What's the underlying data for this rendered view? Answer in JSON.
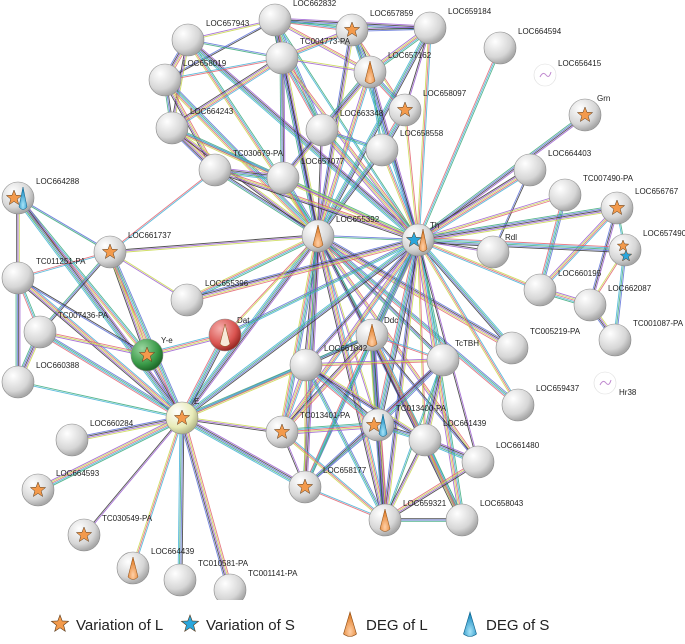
{
  "colors": {
    "node_default": "#d6d6d6",
    "node_green": "#3a9a48",
    "node_red": "#d9534f",
    "node_yellow": "#e8ebb8",
    "star_L": "#f39a4c",
    "star_S": "#2aa6dc",
    "deg_L": "#f39a4c",
    "deg_S": "#1ea2d8",
    "edge_colors": [
      "#c8d84a",
      "#3aa97a",
      "#9a5bd0",
      "#3fb0d6",
      "#333333",
      "#e2626e",
      "#5a6fd8"
    ]
  },
  "nodes": [
    {
      "id": "LOC662832",
      "label": "LOC662832"
    },
    {
      "id": "LOC657859",
      "label": "LOC657859",
      "marks": [
        "var_L"
      ]
    },
    {
      "id": "LOC659184",
      "label": "LOC659184"
    },
    {
      "id": "LOC657943",
      "label": "LOC657943"
    },
    {
      "id": "LOC664594",
      "label": "LOC664594"
    },
    {
      "id": "LOC656415",
      "label": "LOC656415",
      "small": true
    },
    {
      "id": "LOC658019",
      "label": "LOC658019"
    },
    {
      "id": "TC004773-PA",
      "label": "TC004773-PA"
    },
    {
      "id": "LOC657162",
      "label": "LOC657162",
      "marks": [
        "deg_L"
      ]
    },
    {
      "id": "LOC658097",
      "label": "LOC658097",
      "marks": [
        "var_L"
      ]
    },
    {
      "id": "Grn",
      "label": "Grn",
      "marks": [
        "var_L"
      ]
    },
    {
      "id": "LOC664243",
      "label": "LOC664243"
    },
    {
      "id": "LOC663348",
      "label": "LOC663348"
    },
    {
      "id": "LOC658558",
      "label": "LOC658558"
    },
    {
      "id": "TC030679-PA",
      "label": "TC030679-PA"
    },
    {
      "id": "LOC657077",
      "label": "LOC657077"
    },
    {
      "id": "LOC664403",
      "label": "LOC664403"
    },
    {
      "id": "TC007490-PA",
      "label": "TC007490-PA"
    },
    {
      "id": "LOC664288",
      "label": "LOC664288",
      "marks": [
        "var_L",
        "deg_S"
      ]
    },
    {
      "id": "LOC656767",
      "label": "LOC656767",
      "marks": [
        "var_L"
      ]
    },
    {
      "id": "LOC655392",
      "label": "LOC655392",
      "marks": [
        "deg_L"
      ]
    },
    {
      "id": "Th",
      "label": "Th",
      "marks": [
        "var_S",
        "deg_L"
      ]
    },
    {
      "id": "LOC657490",
      "label": "LOC657490",
      "marks": [
        "var_L",
        "var_S"
      ]
    },
    {
      "id": "LOC661737",
      "label": "LOC661737",
      "marks": [
        "var_L"
      ]
    },
    {
      "id": "Rdl",
      "label": "Rdl"
    },
    {
      "id": "TC011251-PA",
      "label": "TC011251-PA"
    },
    {
      "id": "LOC660195",
      "label": "LOC660195"
    },
    {
      "id": "LOC662087",
      "label": "LOC662087"
    },
    {
      "id": "LOC655396",
      "label": "LOC655396"
    },
    {
      "id": "TC007436-PA",
      "label": "TC007436-PA"
    },
    {
      "id": "TC005219-PA",
      "label": "TC005219-PA"
    },
    {
      "id": "TC001087-PA",
      "label": "TC001087-PA"
    },
    {
      "id": "Dat",
      "label": "Dat",
      "color": "red",
      "marks": [
        "deg_L_white"
      ]
    },
    {
      "id": "Y-e",
      "label": "Y-e",
      "color": "green",
      "marks": [
        "var_L"
      ]
    },
    {
      "id": "Ddc",
      "label": "Ddc",
      "marks": [
        "deg_L"
      ]
    },
    {
      "id": "TcTBH",
      "label": "TcTBH"
    },
    {
      "id": "LOC661842",
      "label": "LOC661842"
    },
    {
      "id": "LOC660388",
      "label": "LOC660388"
    },
    {
      "id": "Hr38",
      "label": "Hr38",
      "small": true
    },
    {
      "id": "LOC659437",
      "label": "LOC659437"
    },
    {
      "id": "E",
      "label": "E",
      "color": "yellow",
      "marks": [
        "var_L"
      ]
    },
    {
      "id": "TC013401-PA",
      "label": "TC013401-PA",
      "marks": [
        "var_L"
      ]
    },
    {
      "id": "TC013400-PA",
      "label": "TC013400-PA",
      "marks": [
        "var_L",
        "deg_S"
      ]
    },
    {
      "id": "LOC661439",
      "label": "LOC661439"
    },
    {
      "id": "LOC660284",
      "label": "LOC660284"
    },
    {
      "id": "LOC661480",
      "label": "LOC661480"
    },
    {
      "id": "LOC658177",
      "label": "LOC658177",
      "marks": [
        "var_L"
      ]
    },
    {
      "id": "LOC664593",
      "label": "LOC664593",
      "marks": [
        "var_L"
      ]
    },
    {
      "id": "LOC659321",
      "label": "LOC659321",
      "marks": [
        "deg_L"
      ]
    },
    {
      "id": "LOC658043",
      "label": "LOC658043"
    },
    {
      "id": "TC030549-PA",
      "label": "TC030549-PA",
      "marks": [
        "var_L"
      ]
    },
    {
      "id": "LOC664439",
      "label": "LOC664439",
      "marks": [
        "deg_L"
      ]
    },
    {
      "id": "TC010581-PA",
      "label": "TC010581-PA"
    },
    {
      "id": "TC001141-PA",
      "label": "TC001141-PA"
    }
  ],
  "edges": [
    [
      "LOC662832",
      "LOC657943"
    ],
    [
      "LOC662832",
      "LOC657859"
    ],
    [
      "LOC662832",
      "LOC659184"
    ],
    [
      "LOC662832",
      "TC004773-PA"
    ],
    [
      "LOC662832",
      "LOC658019"
    ],
    [
      "LOC662832",
      "LOC657162"
    ],
    [
      "LOC662832",
      "LOC663348"
    ],
    [
      "LOC662832",
      "LOC655392"
    ],
    [
      "LOC662832",
      "Th"
    ],
    [
      "LOC657859",
      "LOC659184"
    ],
    [
      "LOC657859",
      "TC004773-PA"
    ],
    [
      "LOC657859",
      "LOC657162"
    ],
    [
      "LOC657859",
      "LOC658097"
    ],
    [
      "LOC657859",
      "Th"
    ],
    [
      "LOC657859",
      "LOC655392"
    ],
    [
      "LOC659184",
      "LOC657162"
    ],
    [
      "LOC659184",
      "LOC658097"
    ],
    [
      "LOC659184",
      "Th"
    ],
    [
      "LOC659184",
      "LOC655392"
    ],
    [
      "LOC657943",
      "LOC658019"
    ],
    [
      "LOC657943",
      "TC004773-PA"
    ],
    [
      "LOC657943",
      "LOC664243"
    ],
    [
      "LOC657943",
      "LOC655392"
    ],
    [
      "LOC657943",
      "Th"
    ],
    [
      "LOC658019",
      "TC004773-PA"
    ],
    [
      "LOC658019",
      "LOC664243"
    ],
    [
      "LOC658019",
      "TC030679-PA"
    ],
    [
      "LOC658019",
      "LOC655392"
    ],
    [
      "TC004773-PA",
      "LOC657162"
    ],
    [
      "TC004773-PA",
      "LOC663348"
    ],
    [
      "TC004773-PA",
      "LOC657077"
    ],
    [
      "TC004773-PA",
      "LOC664243"
    ],
    [
      "TC004773-PA",
      "LOC655392"
    ],
    [
      "TC004773-PA",
      "Th"
    ],
    [
      "LOC657162",
      "LOC658097"
    ],
    [
      "LOC657162",
      "LOC663348"
    ],
    [
      "LOC657162",
      "LOC658558"
    ],
    [
      "LOC657162",
      "Th"
    ],
    [
      "LOC657162",
      "LOC655392"
    ],
    [
      "LOC658097",
      "LOC658558"
    ],
    [
      "LOC658097",
      "Th"
    ],
    [
      "LOC663348",
      "LOC658558"
    ],
    [
      "LOC663348",
      "LOC657077"
    ],
    [
      "LOC663348",
      "Th"
    ],
    [
      "LOC663348",
      "LOC655392"
    ],
    [
      "LOC658558",
      "Th"
    ],
    [
      "LOC658558",
      "LOC655392"
    ],
    [
      "LOC664243",
      "TC030679-PA"
    ],
    [
      "LOC664243",
      "LOC657077"
    ],
    [
      "LOC664243",
      "LOC655392"
    ],
    [
      "LOC664243",
      "Th"
    ],
    [
      "TC030679-PA",
      "LOC657077"
    ],
    [
      "TC030679-PA",
      "LOC661737"
    ],
    [
      "TC030679-PA",
      "LOC655392"
    ],
    [
      "TC030679-PA",
      "Th"
    ],
    [
      "LOC657077",
      "LOC655392"
    ],
    [
      "LOC657077",
      "Th"
    ],
    [
      "LOC664594",
      "Th"
    ],
    [
      "Grn",
      "Th"
    ],
    [
      "LOC664403",
      "Th"
    ],
    [
      "LOC664403",
      "Rdl"
    ],
    [
      "TC007490-PA",
      "Th"
    ],
    [
      "TC007490-PA",
      "LOC660195"
    ],
    [
      "LOC656767",
      "Th"
    ],
    [
      "LOC656767",
      "LOC657490"
    ],
    [
      "LOC656767",
      "LOC662087"
    ],
    [
      "LOC656767",
      "LOC660195"
    ],
    [
      "LOC657490",
      "Th"
    ],
    [
      "LOC657490",
      "LOC662087"
    ],
    [
      "LOC657490",
      "TC001087-PA"
    ],
    [
      "LOC662087",
      "TC001087-PA"
    ],
    [
      "LOC662087",
      "LOC660195"
    ],
    [
      "Rdl",
      "Th"
    ],
    [
      "LOC660195",
      "Th"
    ],
    [
      "TC005219-PA",
      "Th"
    ],
    [
      "TC005219-PA",
      "LOC655392"
    ],
    [
      "LOC655392",
      "Th"
    ],
    [
      "LOC655392",
      "LOC661737"
    ],
    [
      "LOC655392",
      "LOC655396"
    ],
    [
      "LOC655392",
      "E"
    ],
    [
      "LOC655392",
      "Ddc"
    ],
    [
      "LOC655392",
      "TcTBH"
    ],
    [
      "LOC655392",
      "LOC661842"
    ],
    [
      "LOC655392",
      "TC013401-PA"
    ],
    [
      "LOC655392",
      "TC013400-PA"
    ],
    [
      "LOC655392",
      "LOC661439"
    ],
    [
      "LOC655392",
      "LOC658177"
    ],
    [
      "LOC655392",
      "LOC659321"
    ],
    [
      "LOC655392",
      "LOC658043"
    ],
    [
      "LOC655392",
      "LOC661480"
    ],
    [
      "LOC655392",
      "LOC659437"
    ],
    [
      "Th",
      "Ddc"
    ],
    [
      "Th",
      "TcTBH"
    ],
    [
      "Th",
      "LOC661842"
    ],
    [
      "Th",
      "TC013401-PA"
    ],
    [
      "Th",
      "TC013400-PA"
    ],
    [
      "Th",
      "LOC661439"
    ],
    [
      "Th",
      "LOC658177"
    ],
    [
      "Th",
      "LOC659321"
    ],
    [
      "Th",
      "LOC658043"
    ],
    [
      "Th",
      "LOC661480"
    ],
    [
      "Th",
      "LOC659437"
    ],
    [
      "Th",
      "E"
    ],
    [
      "Th",
      "LOC655396"
    ],
    [
      "LOC664288",
      "LOC661737"
    ],
    [
      "LOC664288",
      "TC011251-PA"
    ],
    [
      "LOC664288",
      "Y-e"
    ],
    [
      "LOC664288",
      "E"
    ],
    [
      "LOC661737",
      "TC011251-PA"
    ],
    [
      "LOC661737",
      "TC007436-PA"
    ],
    [
      "LOC661737",
      "Y-e"
    ],
    [
      "LOC661737",
      "E"
    ],
    [
      "LOC661737",
      "LOC655396"
    ],
    [
      "TC011251-PA",
      "TC007436-PA"
    ],
    [
      "TC011251-PA",
      "LOC660388"
    ],
    [
      "TC011251-PA",
      "E"
    ],
    [
      "TC011251-PA",
      "Y-e"
    ],
    [
      "TC007436-PA",
      "Y-e"
    ],
    [
      "TC007436-PA",
      "E"
    ],
    [
      "TC007436-PA",
      "LOC660388"
    ],
    [
      "LOC660388",
      "E"
    ],
    [
      "Y-e",
      "E"
    ],
    [
      "Y-e",
      "Dat"
    ],
    [
      "Dat",
      "E"
    ],
    [
      "Dat",
      "LOC655392"
    ],
    [
      "Dat",
      "Th"
    ],
    [
      "E",
      "LOC660284"
    ],
    [
      "E",
      "LOC664593"
    ],
    [
      "E",
      "TC030549-PA"
    ],
    [
      "E",
      "LOC664439"
    ],
    [
      "E",
      "TC010581-PA"
    ],
    [
      "E",
      "TC001141-PA"
    ],
    [
      "E",
      "Ddc"
    ],
    [
      "E",
      "TC013401-PA"
    ],
    [
      "E",
      "LOC661842"
    ],
    [
      "E",
      "LOC658177"
    ],
    [
      "Ddc",
      "TcTBH"
    ],
    [
      "Ddc",
      "LOC661842"
    ],
    [
      "Ddc",
      "TC013401-PA"
    ],
    [
      "Ddc",
      "TC013400-PA"
    ],
    [
      "Ddc",
      "LOC661439"
    ],
    [
      "Ddc",
      "LOC658177"
    ],
    [
      "Ddc",
      "LOC659321"
    ],
    [
      "Ddc",
      "LOC658043"
    ],
    [
      "Ddc",
      "LOC661480"
    ],
    [
      "TcTBH",
      "LOC661842"
    ],
    [
      "TcTBH",
      "TC013400-PA"
    ],
    [
      "TcTBH",
      "LOC661439"
    ],
    [
      "TcTBH",
      "LOC659321"
    ],
    [
      "TcTBH",
      "LOC658177"
    ],
    [
      "LOC661842",
      "TC013401-PA"
    ],
    [
      "LOC661842",
      "TC013400-PA"
    ],
    [
      "LOC661842",
      "LOC658177"
    ],
    [
      "LOC661842",
      "LOC659321"
    ],
    [
      "LOC661842",
      "LOC661439"
    ],
    [
      "TC013401-PA",
      "TC013400-PA"
    ],
    [
      "TC013401-PA",
      "LOC658177"
    ],
    [
      "TC013401-PA",
      "LOC659321"
    ],
    [
      "TC013400-PA",
      "LOC661439"
    ],
    [
      "TC013400-PA",
      "LOC659321"
    ],
    [
      "TC013400-PA",
      "LOC658177"
    ],
    [
      "LOC661439",
      "LOC659321"
    ],
    [
      "LOC661439",
      "LOC658043"
    ],
    [
      "LOC661439",
      "LOC661480"
    ],
    [
      "LOC658177",
      "LOC659321"
    ],
    [
      "LOC659321",
      "LOC658043"
    ],
    [
      "LOC659321",
      "LOC661480"
    ]
  ],
  "legend": [
    {
      "type": "star",
      "color_key": "star_L",
      "label": "Variation of L"
    },
    {
      "type": "star",
      "color_key": "star_S",
      "label": "Variation of S"
    },
    {
      "type": "cone",
      "color_key": "deg_L",
      "label": "DEG of L"
    },
    {
      "type": "cone",
      "color_key": "deg_S",
      "label": "DEG of S"
    }
  ]
}
